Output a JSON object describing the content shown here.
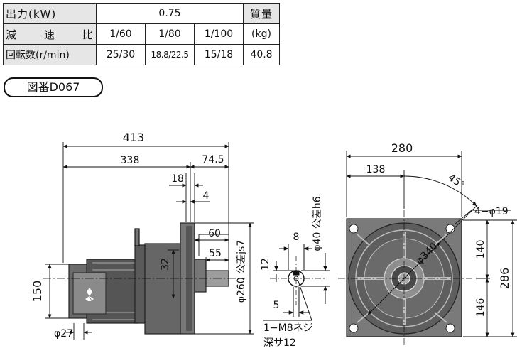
{
  "spec_table": {
    "output_label": "出力(kW)",
    "output_value": "0.75",
    "mass_label": "質量",
    "mass_unit": "(kg)",
    "mass_value": "40.8",
    "ratio_label": "減 速 比",
    "ratios": [
      "1/60",
      "1/80",
      "1/100"
    ],
    "speed_label": "回転数(r/min)",
    "speeds": [
      "25/30",
      "18.8/22.5",
      "15/18"
    ]
  },
  "drawing_number": "図番D067",
  "side_view": {
    "dim_413": "413",
    "dim_338": "338",
    "dim_74_5": "74.5",
    "dim_18": "18",
    "dim_4": "4",
    "dim_60": "60",
    "dim_55": "55",
    "dim_32": "32",
    "dim_150": "150",
    "dim_phi27": "φ27",
    "dim_phi260": "φ260 公差js7"
  },
  "shaft_view": {
    "dim_8": "8",
    "dim_12": "12",
    "dim_5": "5",
    "dim_phi40": "φ40 公差h6",
    "tap_line1": "1−M8ネジ",
    "tap_line2": "深サ12"
  },
  "front_view": {
    "dim_280": "280",
    "dim_138": "138",
    "angle_45": "45°",
    "holes": "4−φ19",
    "dim_phi340": "φ340",
    "dim_140": "140",
    "dim_146": "146",
    "dim_286": "286"
  }
}
